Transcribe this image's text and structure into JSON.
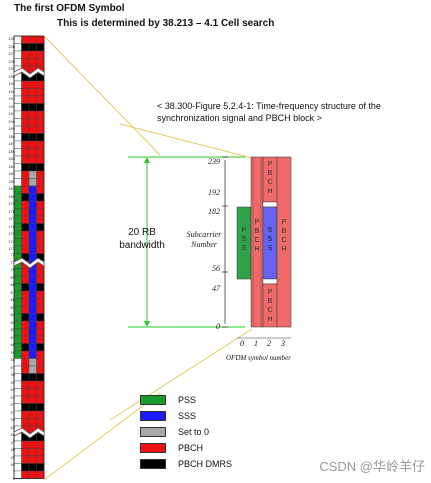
{
  "header": {
    "title": "The first OFDM Symbol",
    "subtitle": "This is determined by 38.213 – 4.1 Cell search"
  },
  "left_grid": {
    "row_labels_top": [
      "239",
      "238",
      "237",
      "236",
      "235",
      "196",
      "195",
      "194",
      "193",
      "192",
      "191",
      "190",
      "189",
      "188",
      "187",
      "186",
      "185",
      "184",
      "183",
      "182",
      "181",
      "180",
      "179",
      "178",
      "177",
      "176",
      "175",
      "174",
      "173"
    ],
    "row_labels_mid": [
      "72",
      "71",
      "70",
      "69",
      "68",
      "67",
      "66",
      "65",
      "64",
      "63",
      "62",
      "61",
      "60",
      "59",
      "58",
      "57",
      "56",
      "55",
      "54",
      "53",
      "52",
      "51",
      "50",
      "49",
      "48",
      "47",
      "46",
      "45",
      "44"
    ],
    "row_labels_bot": [
      "5",
      "4",
      "3",
      "2",
      "1",
      "0"
    ]
  },
  "figure": {
    "caption": "< 38.300-Figure 5.2.4-1: Time-frequency structure of the synchronization signal and PBCH block >",
    "bandwidth_label": "20 RB\nbandwidth",
    "subcarrier_label": "Subcarrier\nNumber",
    "subcarrier_ticks": [
      "239",
      "192",
      "182",
      "56",
      "47",
      "0"
    ],
    "symbol_ticks": [
      "0",
      "1",
      "2",
      "3"
    ],
    "symbol_axis_label": "OFDM symbol number",
    "blocks": {
      "pss": "PSS",
      "sss": "SSS",
      "pbch": "PBCH"
    }
  },
  "legend": [
    {
      "label": "PSS",
      "color": "#1a9a2a"
    },
    {
      "label": "SSS",
      "color": "#1a1aff"
    },
    {
      "label": "Set to 0",
      "color": "#a8a8a8"
    },
    {
      "label": "PBCH",
      "color": "#ee1111"
    },
    {
      "label": "PBCH DMRS",
      "color": "#000000"
    }
  ],
  "watermark": "CSDN @华岭羊仔"
}
